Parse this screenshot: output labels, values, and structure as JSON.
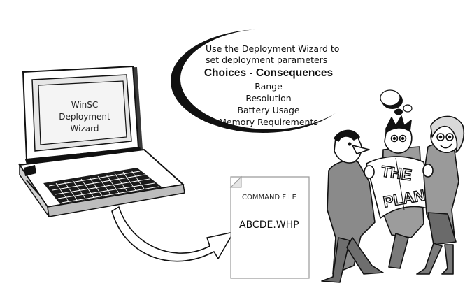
{
  "screen": {
    "line1": "WinSC",
    "line2": "Deployment Wizard"
  },
  "bubble": {
    "intro_line1": "Use the Deployment Wizard to",
    "intro_line2": "set deployment parameters",
    "headline": "Choices - Consequences",
    "items": [
      "Range",
      "Resolution",
      "Battery Usage",
      "Memory Requirements"
    ]
  },
  "document": {
    "header": "COMMAND FILE",
    "filename": "ABCDE.WHP"
  },
  "plan_sign": {
    "word1": "THE",
    "word2": "PLAN"
  },
  "colors": {
    "ink": "#111111",
    "paper": "#ffffff",
    "shade": "#d8d8d8",
    "mid": "#9a9a9a",
    "bubble_shadow": "#111111"
  }
}
